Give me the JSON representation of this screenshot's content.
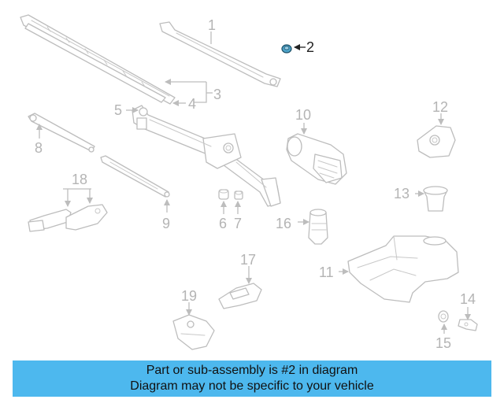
{
  "diagram": {
    "callouts": {
      "c1": "1",
      "c2": "2",
      "c3": "3",
      "c4": "4",
      "c5": "5",
      "c6": "6",
      "c7": "7",
      "c8": "8",
      "c9": "9",
      "c10": "10",
      "c11": "11",
      "c12": "12",
      "c13": "13",
      "c14": "14",
      "c15": "15",
      "c16": "16",
      "c17": "17",
      "c18": "18",
      "c19": "19"
    },
    "highlight_color": "#4da3c9",
    "highlighted_part": "2"
  },
  "footer": {
    "line1": "Part or sub-assembly is #2 in diagram",
    "line2": "Diagram may not be specific to your vehicle",
    "background": "#4db8ee"
  }
}
